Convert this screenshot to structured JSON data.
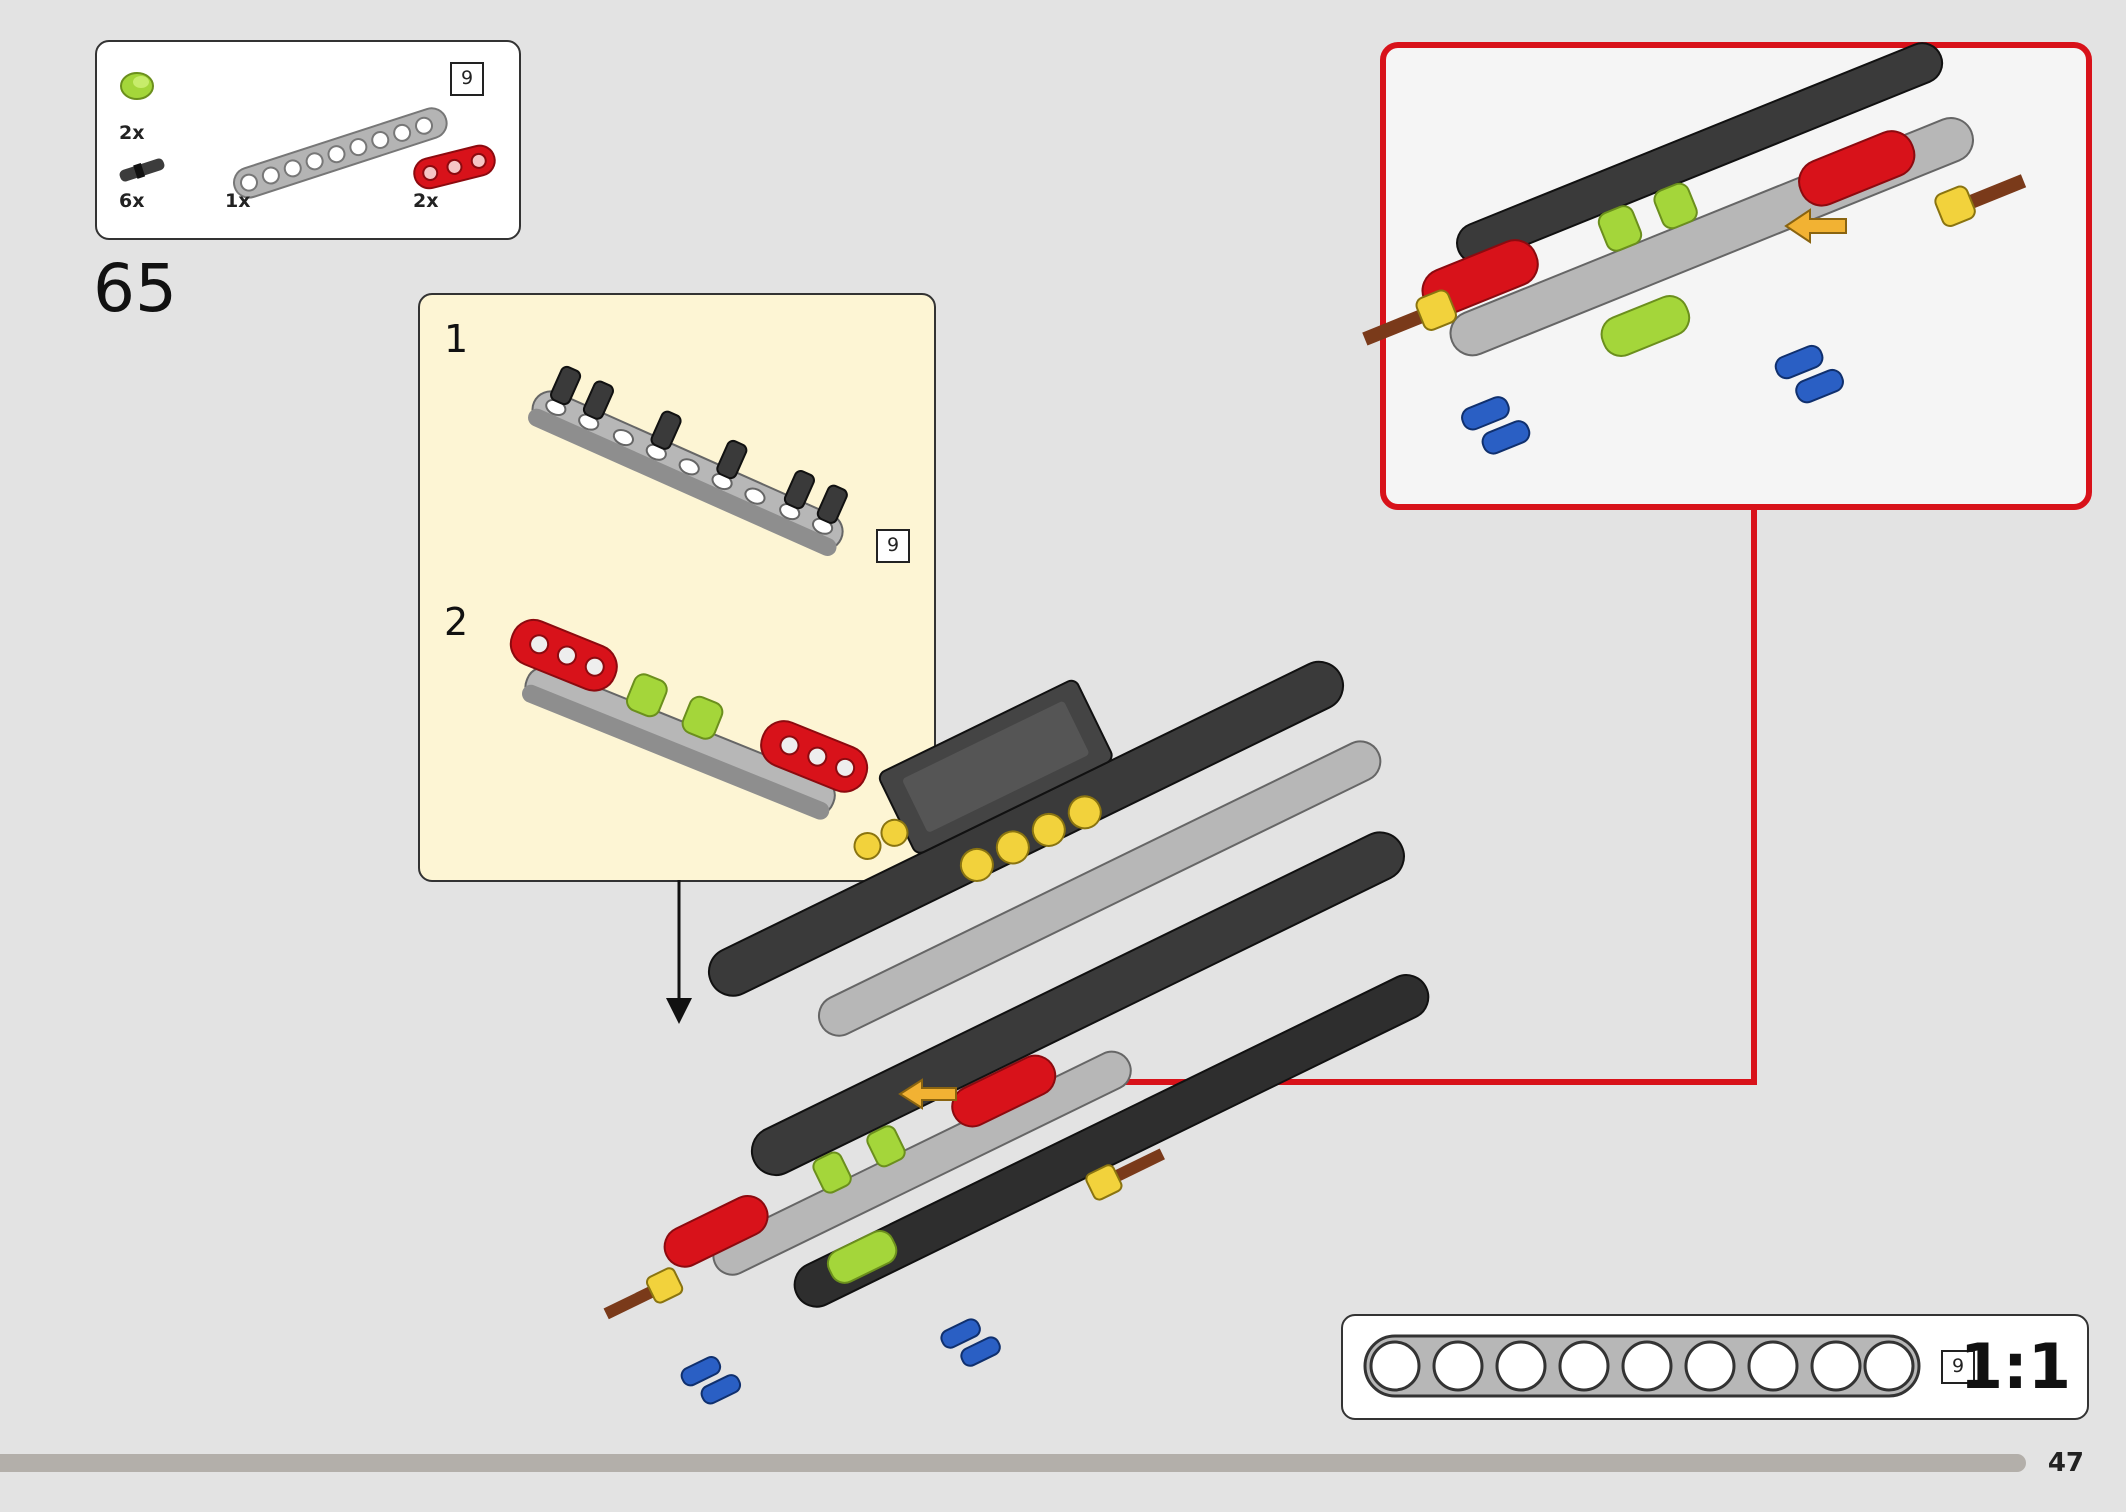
{
  "parts_list": {
    "items": [
      {
        "quantity": "2x",
        "part": "lime-bushing",
        "color": "#a4d63a"
      },
      {
        "quantity": "6x",
        "part": "pin-with-friction",
        "color": "#3c3c3c"
      },
      {
        "quantity": "1x",
        "part": "beam-9",
        "color": "#b4b4b4",
        "length_label": "9"
      },
      {
        "quantity": "2x",
        "part": "beam-3",
        "color": "#d8121a"
      }
    ]
  },
  "step": {
    "number": "65"
  },
  "sub_assembly": {
    "steps": [
      {
        "number": "1",
        "length_label": "9"
      },
      {
        "number": "2"
      }
    ]
  },
  "scale_ruler": {
    "length_label": "9",
    "ratio": "1:1"
  },
  "page": {
    "number": "47"
  },
  "colors": {
    "callout_border": "#d8121a",
    "sub_assembly_bg": "#fdf5d4",
    "page_bg": "#e3e3e3",
    "arrow": "#f2b233"
  }
}
